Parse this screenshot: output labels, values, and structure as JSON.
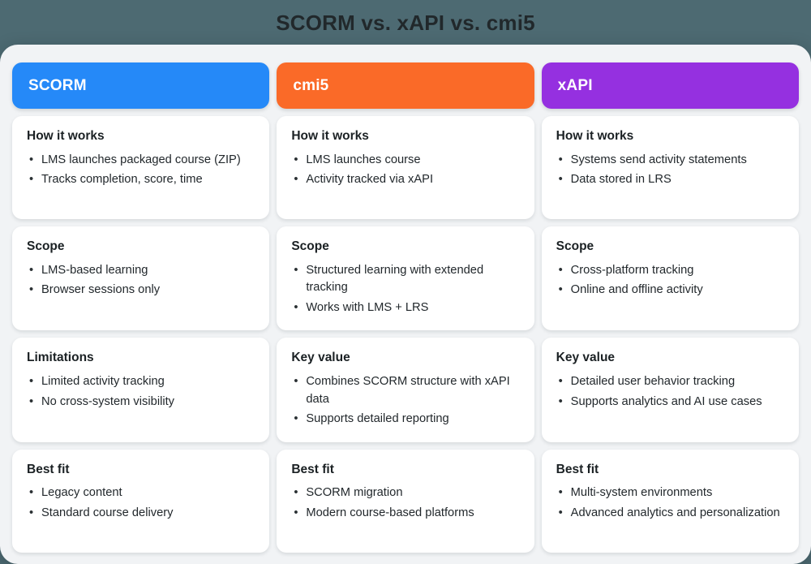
{
  "title": "SCORM vs. xAPI vs. cmi5",
  "colors": {
    "background": "#4d6a72",
    "panel": "#f1f3f5",
    "card": "#ffffff",
    "scorm": "#2589f8",
    "cmi5": "#fa6a28",
    "xapi": "#9530e0",
    "title_text": "#21282b",
    "body_text": "#22282c"
  },
  "bullet_glyph": "•",
  "columns": [
    {
      "id": "scorm",
      "header": "SCORM",
      "color": "#2589f8",
      "sections": [
        {
          "title": "How it works",
          "items": [
            "LMS launches packaged course (ZIP)",
            "Tracks completion, score, time"
          ]
        },
        {
          "title": "Scope",
          "items": [
            "LMS-based learning",
            "Browser sessions only"
          ]
        },
        {
          "title": "Limitations",
          "items": [
            "Limited activity tracking",
            "No cross-system visibility"
          ]
        },
        {
          "title": "Best fit",
          "items": [
            "Legacy content",
            "Standard course delivery"
          ]
        }
      ]
    },
    {
      "id": "cmi5",
      "header": "cmi5",
      "color": "#fa6a28",
      "sections": [
        {
          "title": "How it works",
          "items": [
            "LMS launches course",
            "Activity tracked via xAPI"
          ]
        },
        {
          "title": "Scope",
          "items": [
            "Structured learning with extended tracking",
            "Works with LMS + LRS"
          ]
        },
        {
          "title": "Key value",
          "items": [
            "Combines SCORM structure with xAPI data",
            "Supports detailed reporting"
          ]
        },
        {
          "title": "Best fit",
          "items": [
            "SCORM migration",
            "Modern course-based platforms"
          ]
        }
      ]
    },
    {
      "id": "xapi",
      "header": "xAPI",
      "color": "#9530e0",
      "sections": [
        {
          "title": "How it works",
          "items": [
            "Systems send activity statements",
            "Data stored in LRS"
          ]
        },
        {
          "title": "Scope",
          "items": [
            "Cross-platform tracking",
            "Online and offline activity"
          ]
        },
        {
          "title": "Key value",
          "items": [
            "Detailed user behavior tracking",
            "Supports analytics and AI use cases"
          ]
        },
        {
          "title": "Best fit",
          "items": [
            "Multi-system environments",
            "Advanced analytics and personalization"
          ]
        }
      ]
    }
  ]
}
